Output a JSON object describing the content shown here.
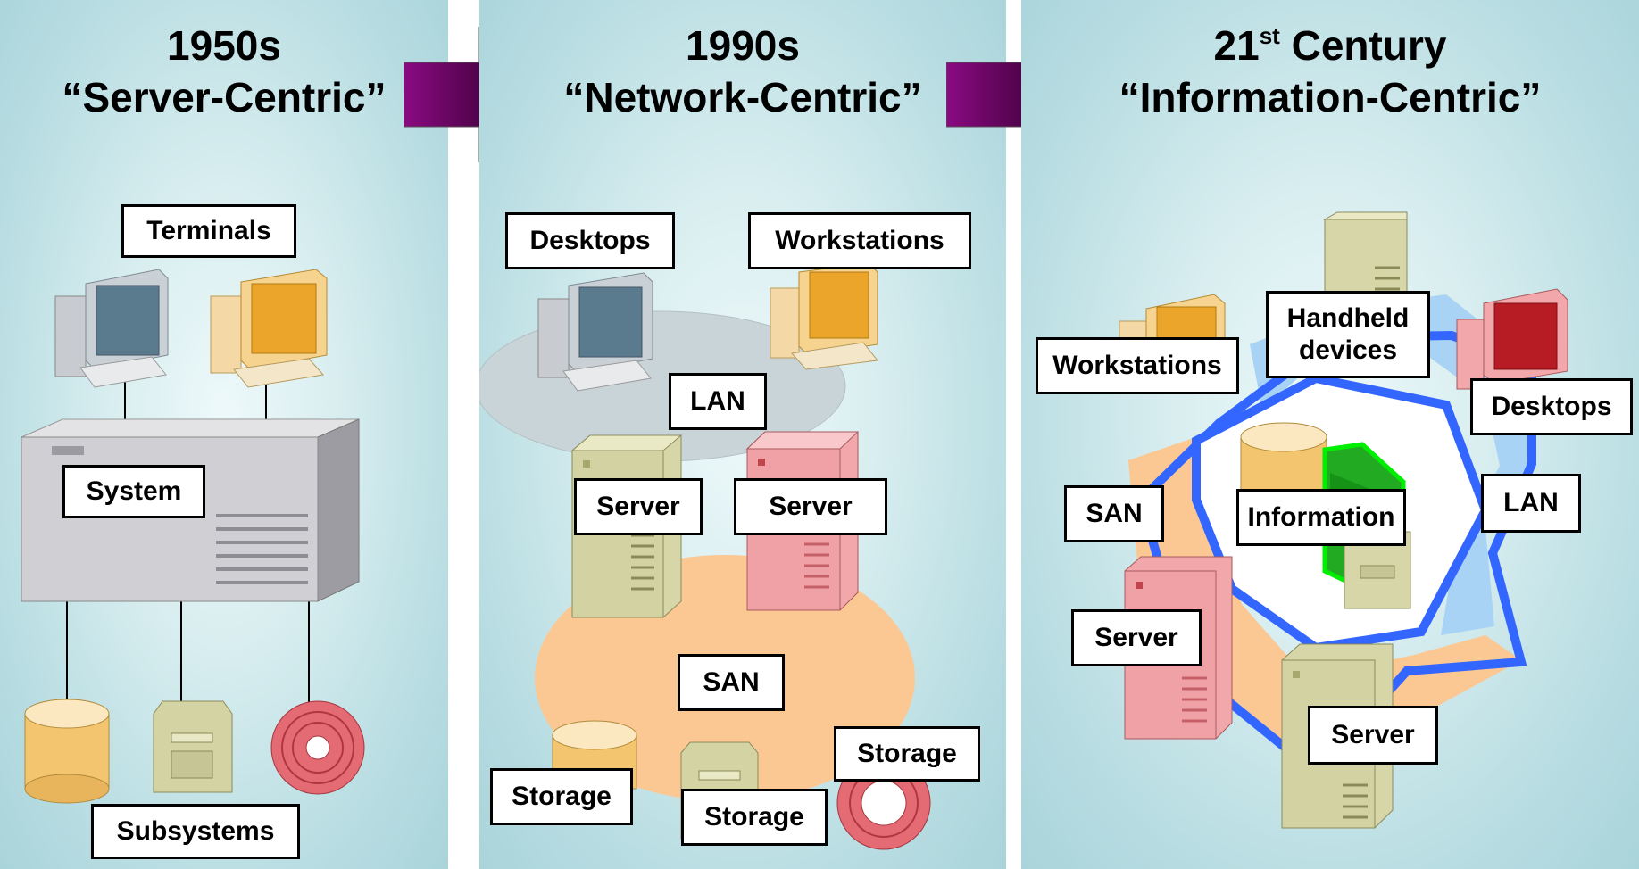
{
  "panels": [
    {
      "era": "1950s",
      "era_sup": "",
      "subtitle": "“Server-Centric”",
      "labels": {
        "terminals": "Terminals",
        "system": "System",
        "subsystems": "Subsystems"
      }
    },
    {
      "era": "1990s",
      "era_sup": "",
      "subtitle": "“Network-Centric”",
      "labels": {
        "desktops": "Desktops",
        "workstations": "Workstations",
        "lan": "LAN",
        "server_left": "Server",
        "server_right": "Server",
        "san": "SAN",
        "storage_left": "Storage",
        "storage_middle": "Storage",
        "storage_right": "Storage"
      }
    },
    {
      "era": "21",
      "era_sup": "st",
      "era_rest": " Century",
      "subtitle": "“Information-Centric”",
      "labels": {
        "workstations": "Workstations",
        "handheld": "Handheld devices",
        "desktops": "Desktops",
        "san": "SAN",
        "information": "Information",
        "lan": "LAN",
        "server_left": "Server",
        "server_bottom": "Server"
      }
    }
  ],
  "colors": {
    "arrow": "#7a006e",
    "ring": "#3366ff",
    "lan_fill": "#a9d3f5",
    "san_fill": "#fbc894",
    "server_green": "#d6d6a8",
    "server_pink": "#f2a7aa",
    "panel_bg": "#bfe3e7"
  }
}
